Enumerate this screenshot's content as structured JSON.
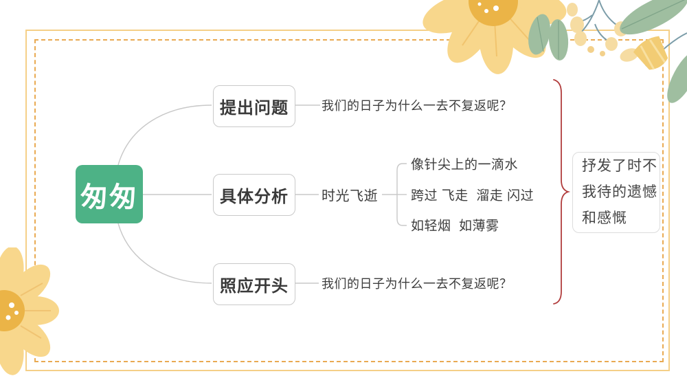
{
  "slide": {
    "background_color": "#FFFFFF",
    "frame_outer_color": "#F5CF87",
    "frame_inner_color": "#E9AA52"
  },
  "mindmap": {
    "line_color": "#C8C8C8",
    "root": {
      "label": "匆匆",
      "fill_color": "#4DB286",
      "text_color": "#FFFFFF"
    },
    "branches": [
      {
        "label": "提出问题",
        "detail": "我们的日子为什么一去不复返呢？"
      },
      {
        "label": "具体分析",
        "node": "时光飞逝",
        "children": [
          "像针尖上的一滴水",
          "跨过 飞走  溜走 闪过",
          "如轻烟  如薄雾"
        ]
      },
      {
        "label": "照应开头",
        "detail": "我们的日子为什么一去不复返呢？"
      }
    ],
    "brace_color": "#B13C3C",
    "conclusion": {
      "text": "抒发了时不我待的遗憾和感慨",
      "lines": [
        "抒发了时不",
        "我待的遗憾",
        "和感慨"
      ]
    }
  },
  "decorations": {
    "top_right": "yellow-flower-with-leaves-and-buds",
    "bottom_left": "yellow-flower",
    "petal_color": "#F8D78C",
    "flower_center_color": "#EBB447",
    "leaf_color": "#9FBEA0",
    "stem_color": "#7C9DA9",
    "bud_color": "#F6DCA2"
  }
}
